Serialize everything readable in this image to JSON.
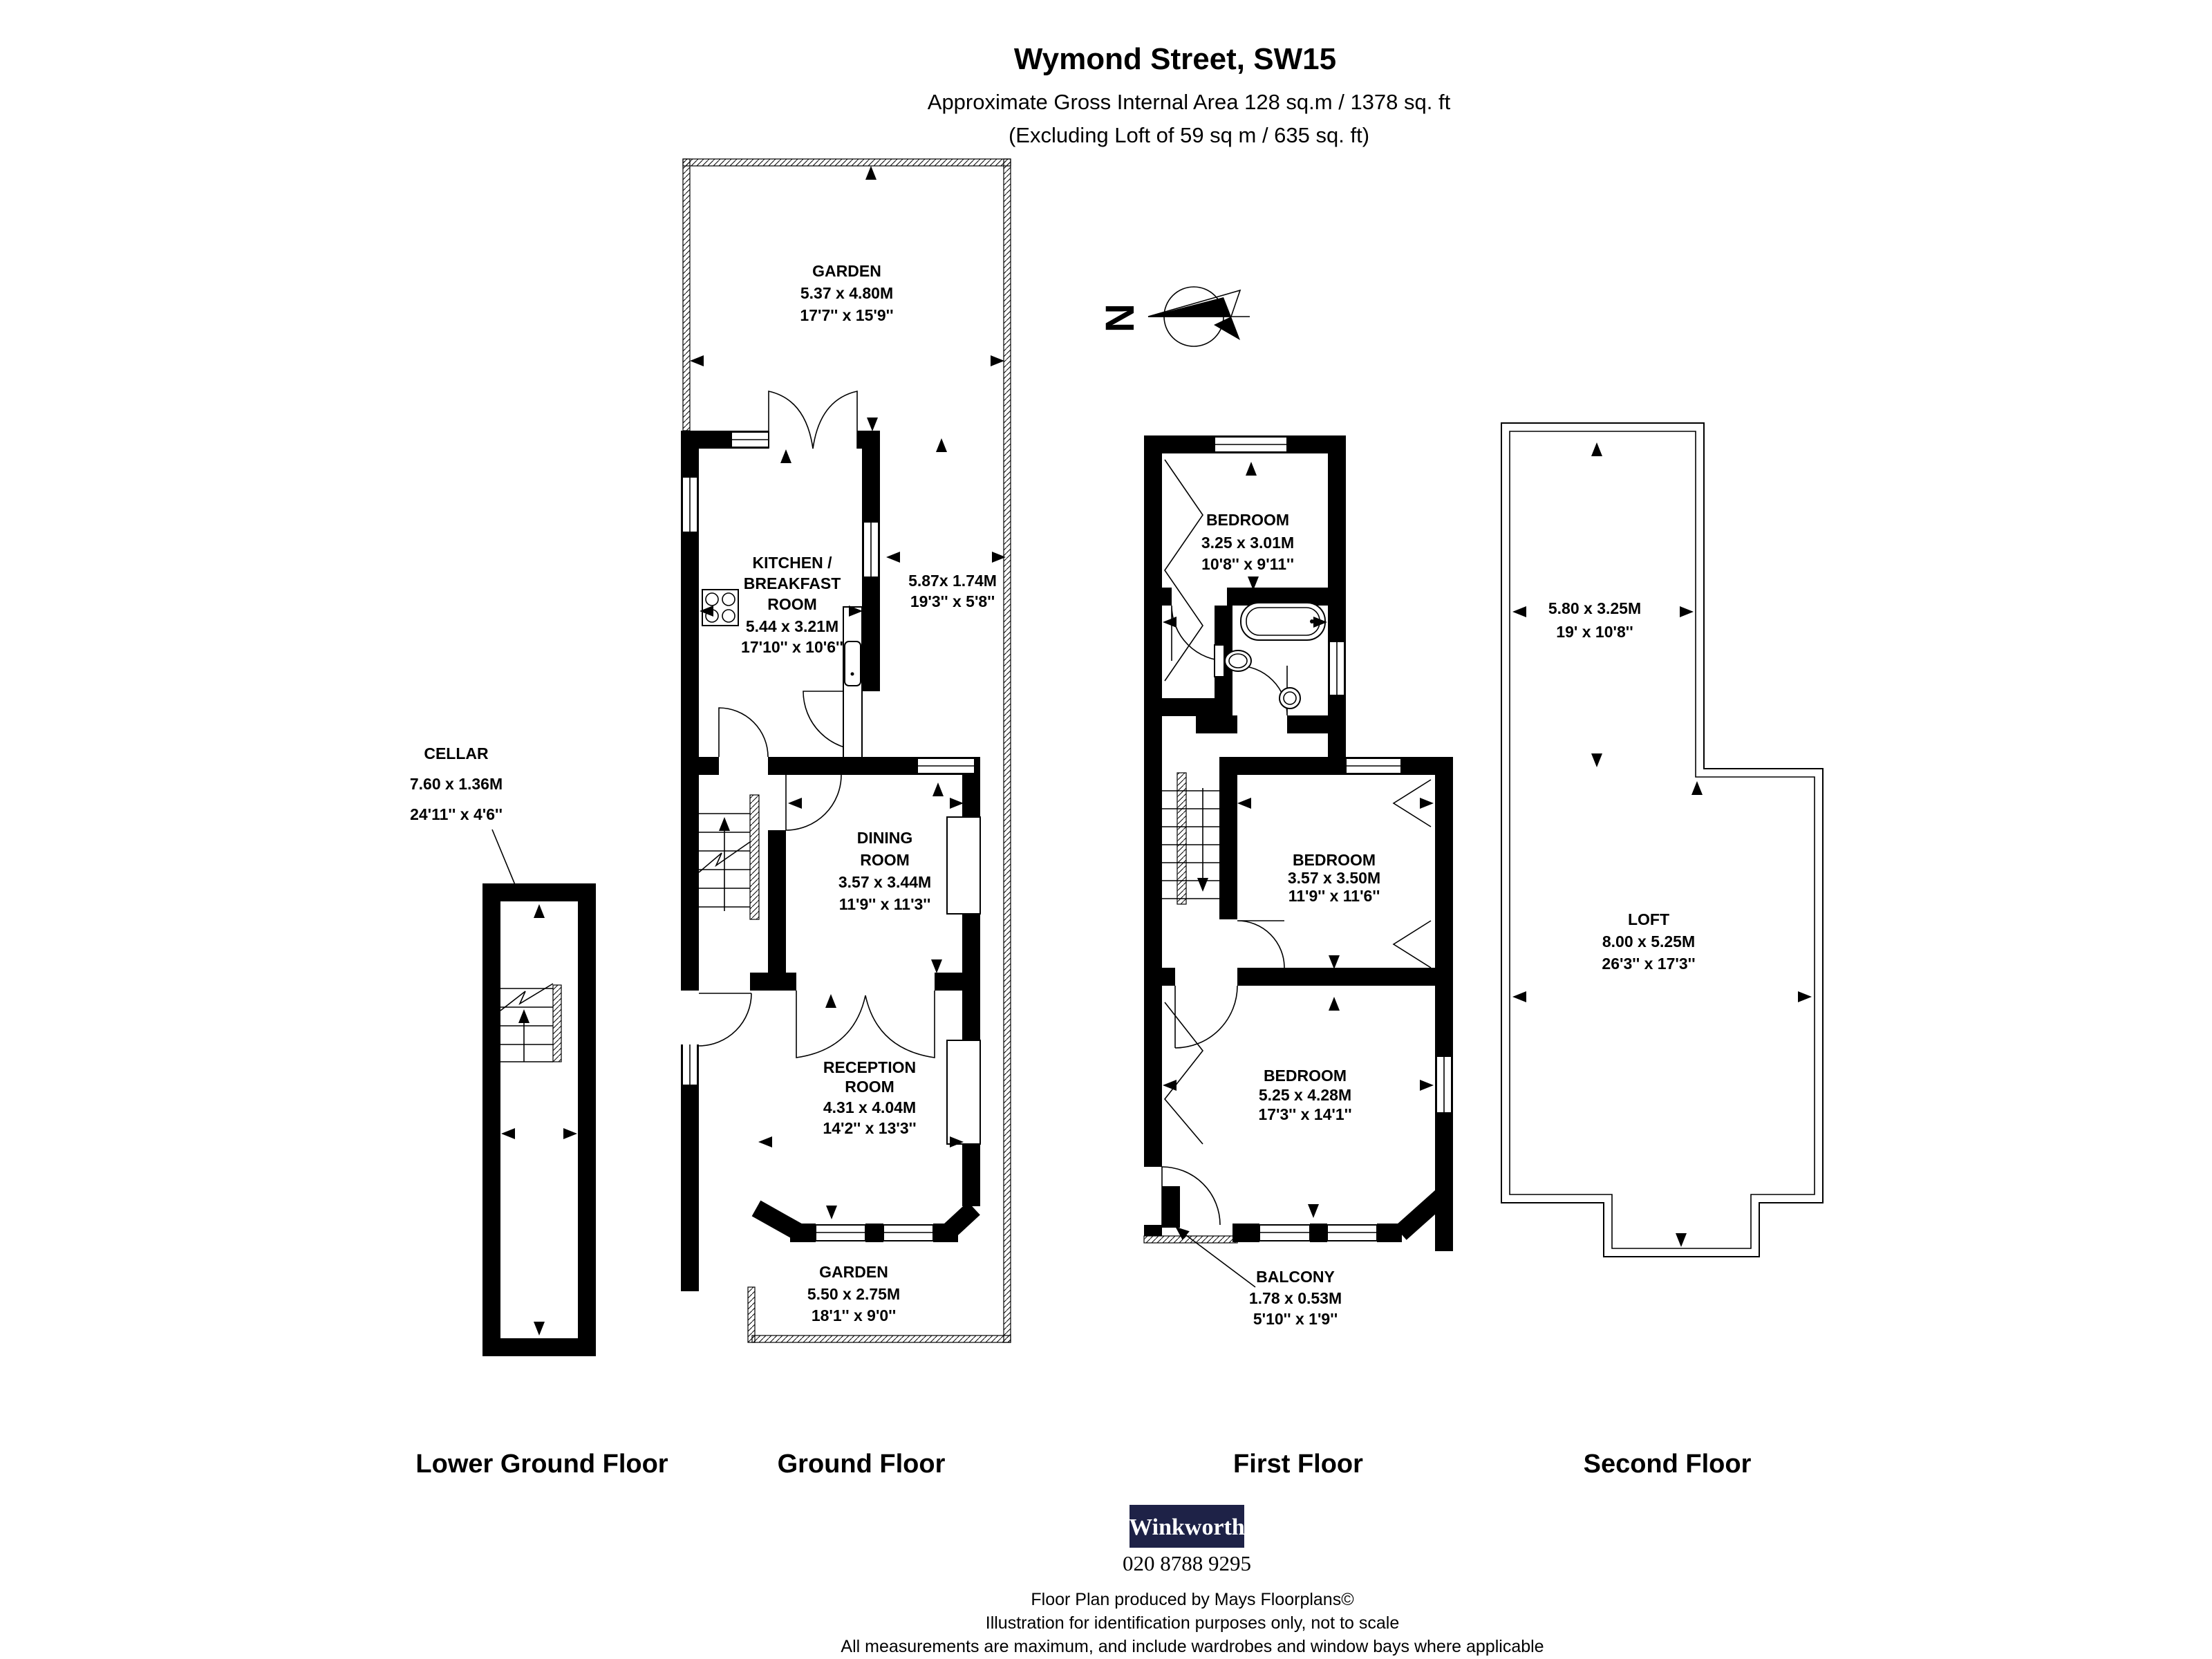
{
  "header": {
    "title": "Wymond Street, SW15",
    "subtitle1": "Approximate Gross Internal Area 128 sq.m /  1378 sq. ft",
    "subtitle2": "(Excluding Loft of 59 sq m / 635 sq. ft)"
  },
  "compass": {
    "north": "N"
  },
  "floors": {
    "lower_ground": {
      "label": "Lower Ground Floor",
      "cellar": {
        "name": "CELLAR",
        "metric": "7.60 x 1.36M",
        "imperial": "24'11'' x 4'6''"
      }
    },
    "ground": {
      "label": "Ground Floor",
      "garden_rear": {
        "name": "GARDEN",
        "metric": "5.37 x 4.80M",
        "imperial": "17'7'' x 15'9''"
      },
      "kitchen": {
        "name1": "KITCHEN /",
        "name2": "BREAKFAST",
        "name3": "ROOM",
        "metric": "5.44 x 3.21M",
        "imperial": "17'10'' x 10'6''"
      },
      "side_return": {
        "metric": "5.87x 1.74M",
        "imperial": "19'3'' x 5'8''"
      },
      "dining": {
        "name1": "DINING",
        "name2": "ROOM",
        "metric": "3.57 x 3.44M",
        "imperial": "11'9'' x 11'3''"
      },
      "reception": {
        "name1": "RECEPTION",
        "name2": "ROOM",
        "metric": "4.31 x 4.04M",
        "imperial": "14'2'' x 13'3''"
      },
      "garden_front": {
        "name": "GARDEN",
        "metric": "5.50 x 2.75M",
        "imperial": "18'1'' x 9'0''"
      }
    },
    "first": {
      "label": "First Floor",
      "bedroom_rear": {
        "name": "BEDROOM",
        "metric": "3.25 x 3.01M",
        "imperial": "10'8'' x 9'11''"
      },
      "bedroom_middle": {
        "name": "BEDROOM",
        "metric": "3.57 x 3.50M",
        "imperial": "11'9'' x 11'6''"
      },
      "bedroom_front": {
        "name": "BEDROOM",
        "metric": "5.25 x 4.28M",
        "imperial": "17'3'' x 14'1''"
      },
      "balcony": {
        "name": "BALCONY",
        "metric": "1.78 x 0.53M",
        "imperial": "5'10'' x 1'9''"
      }
    },
    "second": {
      "label": "Second Floor",
      "loft_front": {
        "metric": "5.80 x 3.25M",
        "imperial": "19' x 10'8''"
      },
      "loft": {
        "name": "LOFT",
        "metric": "8.00 x 5.25M",
        "imperial": "26'3'' x 17'3''"
      }
    }
  },
  "branding": {
    "agent": "Winkworth",
    "phone": "020 8788 9295",
    "navy": "#1e2247"
  },
  "footer": {
    "line1": "Floor Plan produced by Mays Floorplans©",
    "line2": "Illustration for identification purposes only, not to scale",
    "line3": "All measurements are maximum, and include wardrobes and window bays where applicable"
  }
}
